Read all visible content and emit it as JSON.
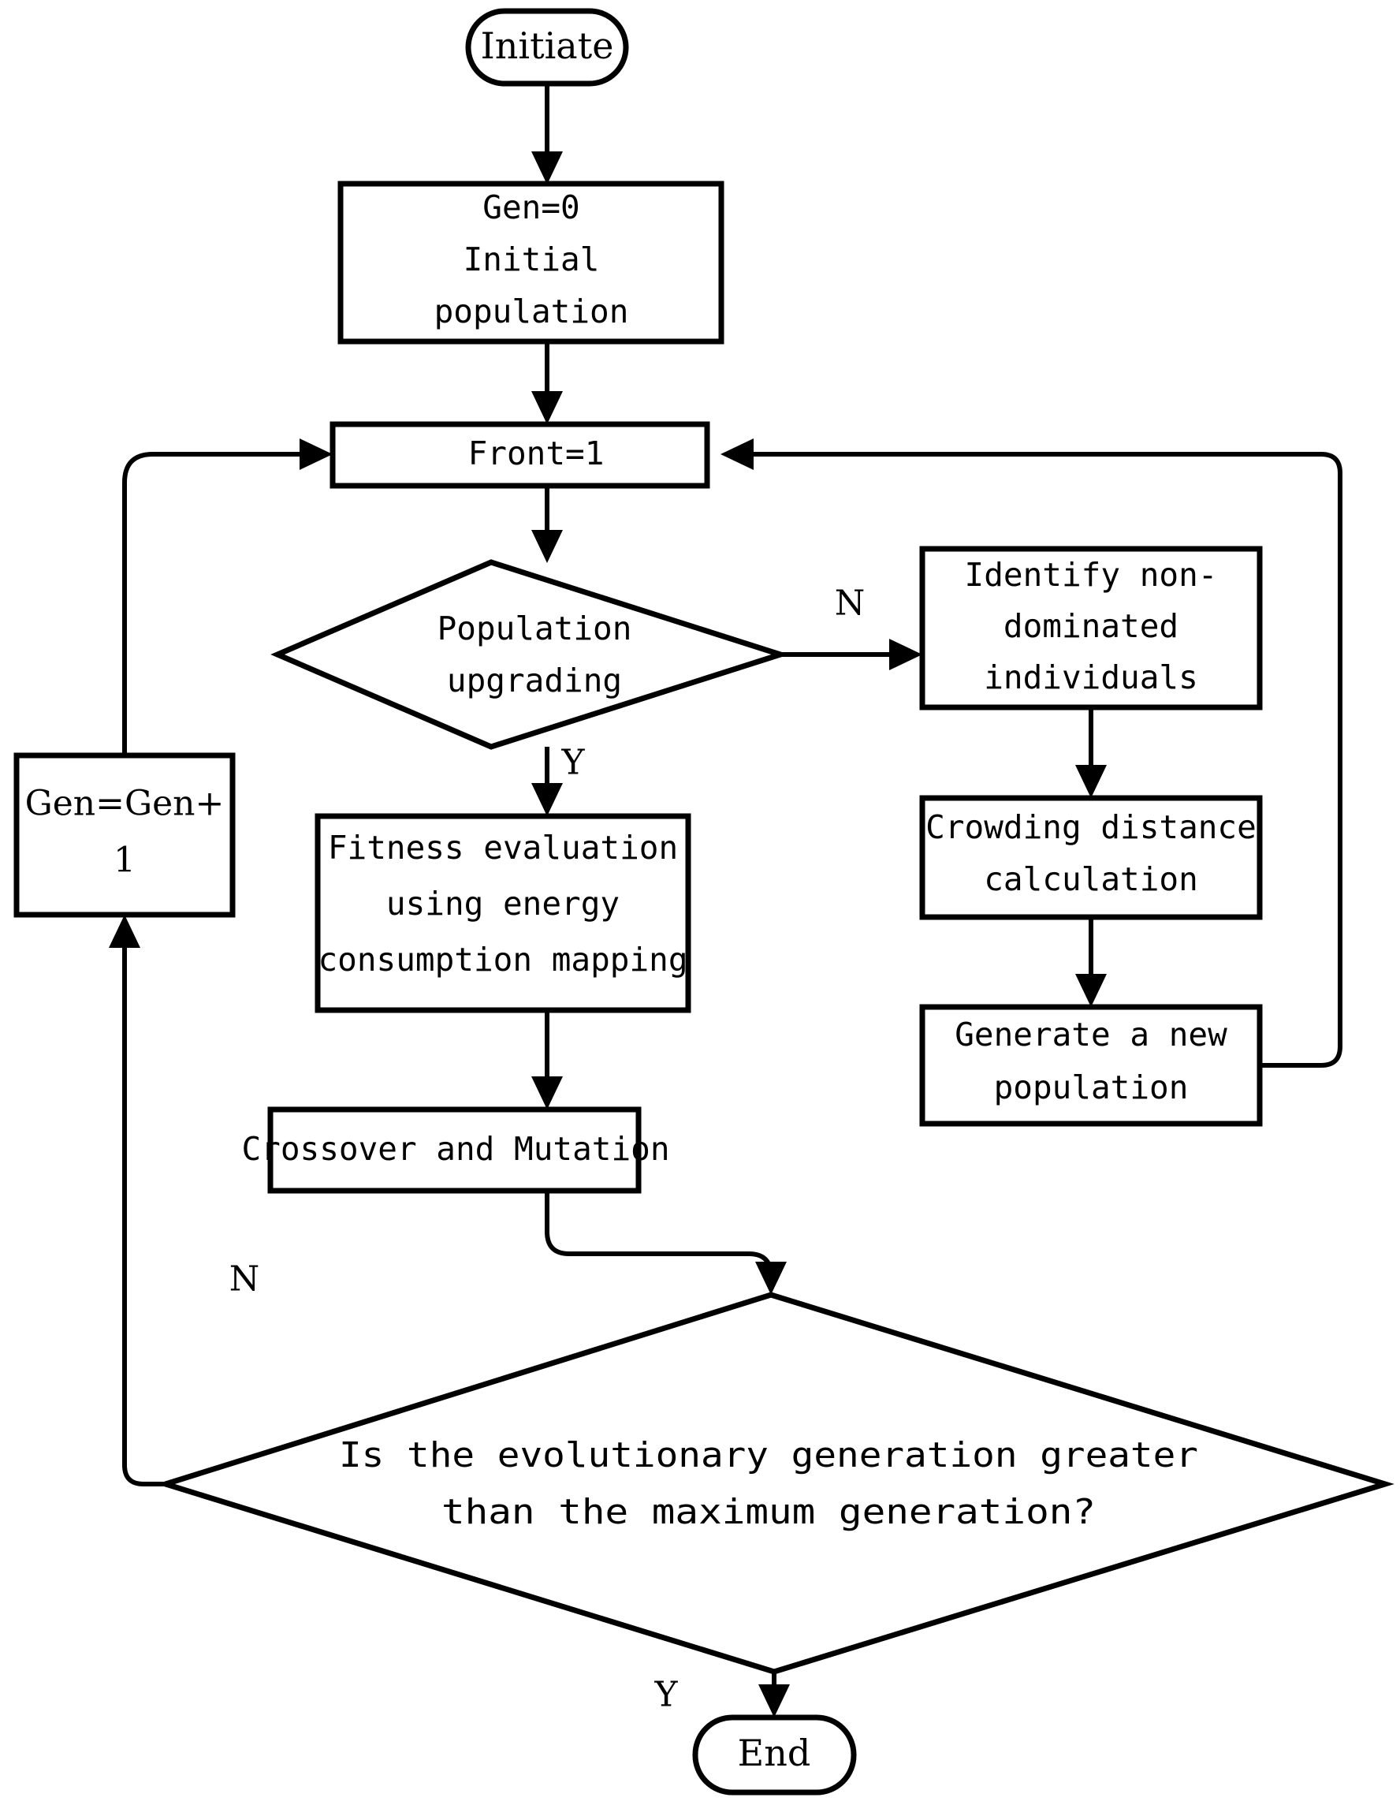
{
  "diagram": {
    "title": "NSGA-II energy-consumption optimization flowchart",
    "type": "flowchart",
    "background_color": "#ffffff",
    "line_color": "#000000",
    "nodes": [
      {
        "id": "initiate",
        "shape": "terminator",
        "label": "Initiate"
      },
      {
        "id": "gen0",
        "shape": "process",
        "label_line1": "Gen=0",
        "label_line2": "Initial",
        "label_line3": "population"
      },
      {
        "id": "front1",
        "shape": "process",
        "label": "Front=1"
      },
      {
        "id": "popupgrade",
        "shape": "decision",
        "label_line1": "Population",
        "label_line2": "upgrading"
      },
      {
        "id": "identify",
        "shape": "process",
        "label_line1": "Identify non-",
        "label_line2": "dominated",
        "label_line3": "individuals"
      },
      {
        "id": "crowding",
        "shape": "process",
        "label_line1": "Crowding distance",
        "label_line2": "calculation"
      },
      {
        "id": "generate",
        "shape": "process",
        "label_line1": "Generate a new",
        "label_line2": "population"
      },
      {
        "id": "fitness",
        "shape": "process",
        "label_line1": "Fitness evaluation",
        "label_line2": "using energy",
        "label_line3": "consumption mapping"
      },
      {
        "id": "crossover",
        "shape": "process",
        "label": "Crossover and Mutation"
      },
      {
        "id": "gencount",
        "shape": "process",
        "label_line1": "Gen=Gen+",
        "label_line2": "1"
      },
      {
        "id": "maxgen",
        "shape": "decision",
        "label_line1": "Is the evolutionary generation greater",
        "label_line2": "than the maximum generation?"
      },
      {
        "id": "end",
        "shape": "terminator",
        "label": "End"
      }
    ],
    "branch_labels": {
      "popupgrade_no": "N",
      "popupgrade_yes": "Y",
      "maxgen_no": "N",
      "maxgen_yes": "Y"
    }
  }
}
